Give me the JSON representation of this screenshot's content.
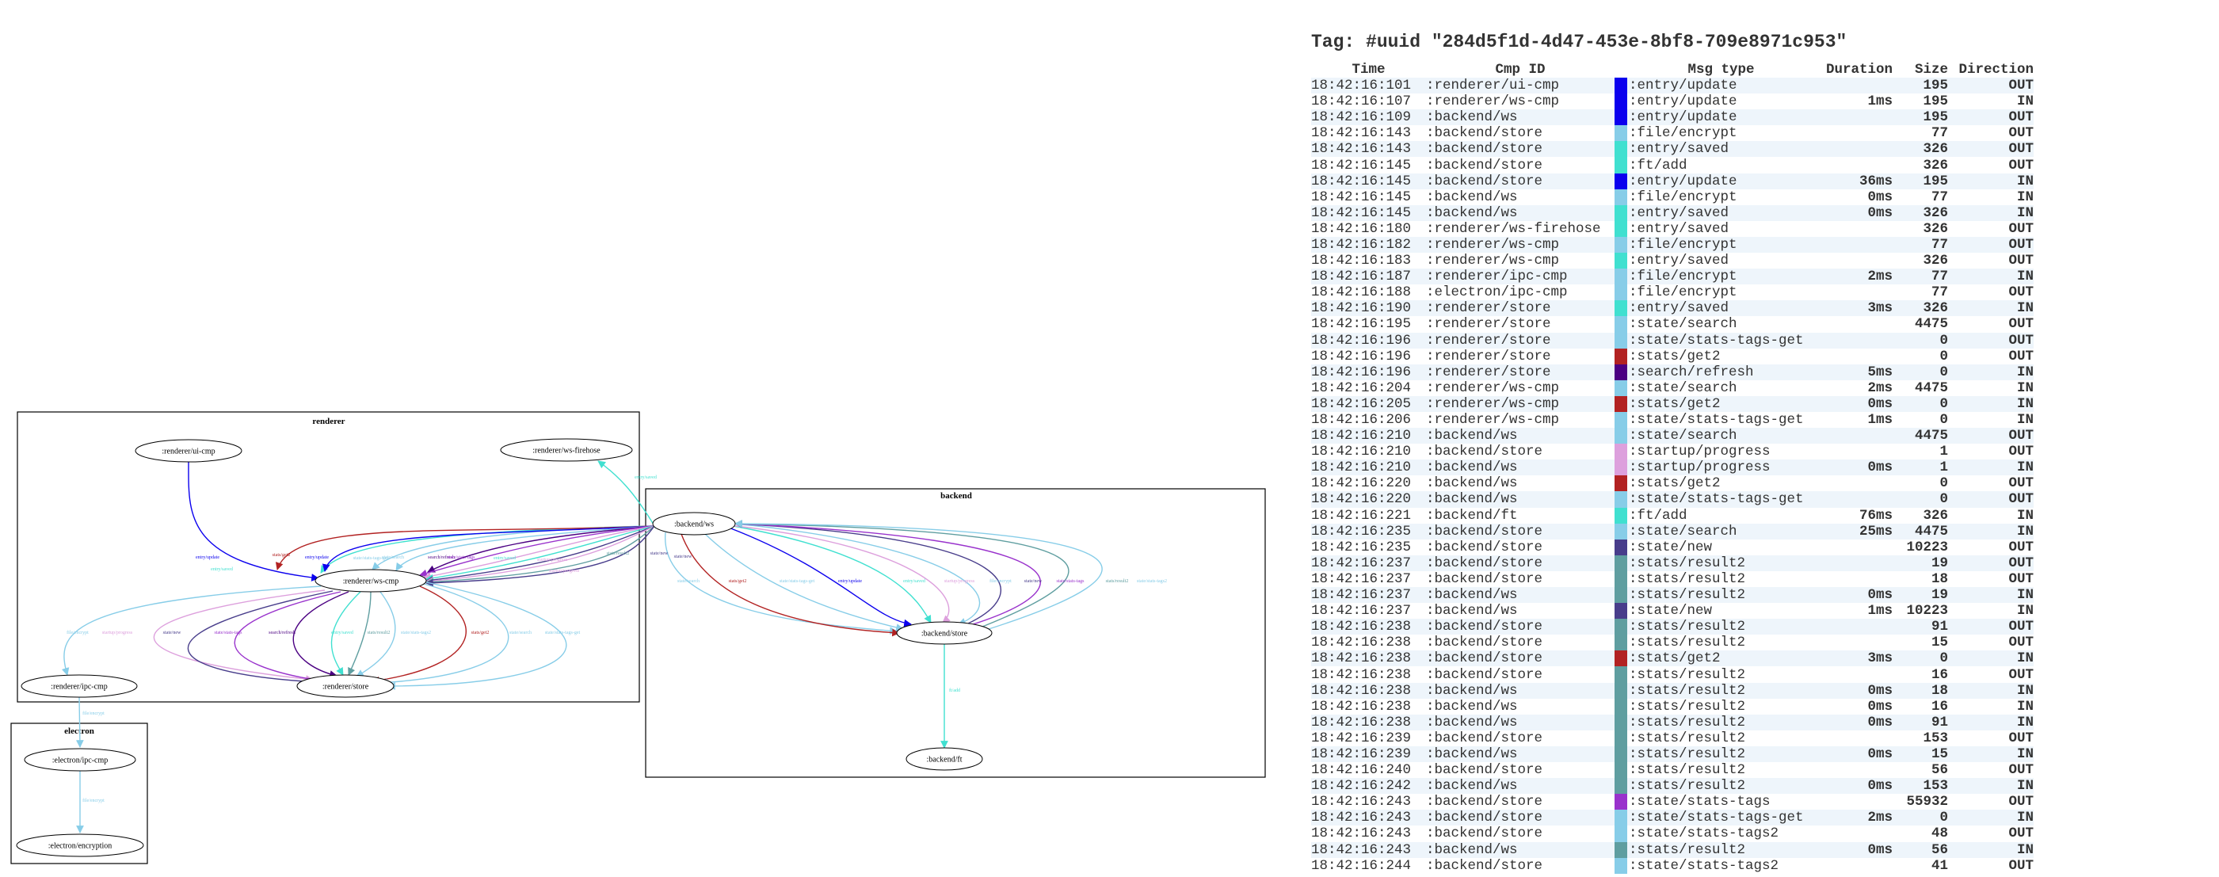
{
  "graph": {
    "clusters": [
      {
        "id": "renderer",
        "label": "renderer"
      },
      {
        "id": "backend",
        "label": "backend"
      },
      {
        "id": "electron",
        "label": "electron"
      }
    ],
    "nodes": [
      {
        "id": "r-ui",
        "label": ":renderer/ui-cmp"
      },
      {
        "id": "r-fire",
        "label": ":renderer/ws-firehose"
      },
      {
        "id": "r-ws",
        "label": ":renderer/ws-cmp"
      },
      {
        "id": "r-ipc",
        "label": ":renderer/ipc-cmp"
      },
      {
        "id": "r-store",
        "label": ":renderer/store"
      },
      {
        "id": "e-ipc",
        "label": ":electron/ipc-cmp"
      },
      {
        "id": "e-enc",
        "label": ":electron/encryption"
      },
      {
        "id": "b-ws",
        "label": ":backend/ws"
      },
      {
        "id": "b-store",
        "label": ":backend/store"
      },
      {
        "id": "b-ft",
        "label": ":backend/ft"
      }
    ],
    "edge_labels": [
      "entry/update",
      "entry/saved",
      "state/stats-tags-get",
      "stats/get2",
      "entry/update",
      "state/search",
      "search/refresh",
      "state/stats-tags",
      "startup/progress",
      "entry/saved",
      "state/new",
      "startup/progress",
      "stats/result2",
      "state/new",
      "file/encrypt",
      "startup/progress",
      "state/new",
      "state/stats-tags",
      "search/refresh",
      "entry/saved",
      "stats/result2",
      "state/stats-tags2",
      "stats/get2",
      "state/search",
      "state/stats-tags-get",
      "entry/saved",
      "file/encrypt",
      "file/encrypt",
      "state/search",
      "stats/get2",
      "state/stats-tags-get",
      "entry/update",
      "entry/saved",
      "startup/progress",
      "file/encrypt",
      "state/new",
      "state/stats-tags",
      "stats/result2",
      "state/stats-tags2",
      "ft/add"
    ]
  },
  "panel": {
    "title": "Tag: #uuid \"284d5f1d-4d47-453e-8bf8-709e8971c953\"",
    "headers": [
      "Time",
      "Cmp ID",
      "Msg type",
      "Duration",
      "Size",
      "Direction"
    ],
    "rows": [
      {
        "time": "18:42:16:101",
        "cmp": ":renderer/ui-cmp",
        "color": "#0b00ee",
        "msg": ":entry/update",
        "dur": "",
        "size": "195",
        "dir": "OUT"
      },
      {
        "time": "18:42:16:107",
        "cmp": ":renderer/ws-cmp",
        "color": "#0b00ee",
        "msg": ":entry/update",
        "dur": "1ms",
        "size": "195",
        "dir": "IN"
      },
      {
        "time": "18:42:16:109",
        "cmp": ":backend/ws",
        "color": "#0b00ee",
        "msg": ":entry/update",
        "dur": "",
        "size": "195",
        "dir": "OUT"
      },
      {
        "time": "18:42:16:143",
        "cmp": ":backend/store",
        "color": "#87cde8",
        "msg": ":file/encrypt",
        "dur": "",
        "size": "77",
        "dir": "OUT"
      },
      {
        "time": "18:42:16:143",
        "cmp": ":backend/store",
        "color": "#40e0d0",
        "msg": ":entry/saved",
        "dur": "",
        "size": "326",
        "dir": "OUT"
      },
      {
        "time": "18:42:16:145",
        "cmp": ":backend/store",
        "color": "#40e0d0",
        "msg": ":ft/add",
        "dur": "",
        "size": "326",
        "dir": "OUT"
      },
      {
        "time": "18:42:16:145",
        "cmp": ":backend/store",
        "color": "#0b00ee",
        "msg": ":entry/update",
        "dur": "36ms",
        "size": "195",
        "dir": "IN"
      },
      {
        "time": "18:42:16:145",
        "cmp": ":backend/ws",
        "color": "#87cde8",
        "msg": ":file/encrypt",
        "dur": "0ms",
        "size": "77",
        "dir": "IN"
      },
      {
        "time": "18:42:16:145",
        "cmp": ":backend/ws",
        "color": "#40e0d0",
        "msg": ":entry/saved",
        "dur": "0ms",
        "size": "326",
        "dir": "IN"
      },
      {
        "time": "18:42:16:180",
        "cmp": ":renderer/ws-firehose",
        "color": "#40e0d0",
        "msg": ":entry/saved",
        "dur": "",
        "size": "326",
        "dir": "OUT"
      },
      {
        "time": "18:42:16:182",
        "cmp": ":renderer/ws-cmp",
        "color": "#87cde8",
        "msg": ":file/encrypt",
        "dur": "",
        "size": "77",
        "dir": "OUT"
      },
      {
        "time": "18:42:16:183",
        "cmp": ":renderer/ws-cmp",
        "color": "#40e0d0",
        "msg": ":entry/saved",
        "dur": "",
        "size": "326",
        "dir": "OUT"
      },
      {
        "time": "18:42:16:187",
        "cmp": ":renderer/ipc-cmp",
        "color": "#87cde8",
        "msg": ":file/encrypt",
        "dur": "2ms",
        "size": "77",
        "dir": "IN"
      },
      {
        "time": "18:42:16:188",
        "cmp": ":electron/ipc-cmp",
        "color": "#87cde8",
        "msg": ":file/encrypt",
        "dur": "",
        "size": "77",
        "dir": "OUT"
      },
      {
        "time": "18:42:16:190",
        "cmp": ":renderer/store",
        "color": "#40e0d0",
        "msg": ":entry/saved",
        "dur": "3ms",
        "size": "326",
        "dir": "IN"
      },
      {
        "time": "18:42:16:195",
        "cmp": ":renderer/store",
        "color": "#87cde8",
        "msg": ":state/search",
        "dur": "",
        "size": "4475",
        "dir": "OUT"
      },
      {
        "time": "18:42:16:196",
        "cmp": ":renderer/store",
        "color": "#87cde8",
        "msg": ":state/stats-tags-get",
        "dur": "",
        "size": "0",
        "dir": "OUT"
      },
      {
        "time": "18:42:16:196",
        "cmp": ":renderer/store",
        "color": "#b22222",
        "msg": ":stats/get2",
        "dur": "",
        "size": "0",
        "dir": "OUT"
      },
      {
        "time": "18:42:16:196",
        "cmp": ":renderer/store",
        "color": "#4b0082",
        "msg": ":search/refresh",
        "dur": "5ms",
        "size": "0",
        "dir": "IN"
      },
      {
        "time": "18:42:16:204",
        "cmp": ":renderer/ws-cmp",
        "color": "#87cde8",
        "msg": ":state/search",
        "dur": "2ms",
        "size": "4475",
        "dir": "IN"
      },
      {
        "time": "18:42:16:205",
        "cmp": ":renderer/ws-cmp",
        "color": "#b22222",
        "msg": ":stats/get2",
        "dur": "0ms",
        "size": "0",
        "dir": "IN"
      },
      {
        "time": "18:42:16:206",
        "cmp": ":renderer/ws-cmp",
        "color": "#87cde8",
        "msg": ":state/stats-tags-get",
        "dur": "1ms",
        "size": "0",
        "dir": "IN"
      },
      {
        "time": "18:42:16:210",
        "cmp": ":backend/ws",
        "color": "#87cde8",
        "msg": ":state/search",
        "dur": "",
        "size": "4475",
        "dir": "OUT"
      },
      {
        "time": "18:42:16:210",
        "cmp": ":backend/store",
        "color": "#dda0dd",
        "msg": ":startup/progress",
        "dur": "",
        "size": "1",
        "dir": "OUT"
      },
      {
        "time": "18:42:16:210",
        "cmp": ":backend/ws",
        "color": "#dda0dd",
        "msg": ":startup/progress",
        "dur": "0ms",
        "size": "1",
        "dir": "IN"
      },
      {
        "time": "18:42:16:220",
        "cmp": ":backend/ws",
        "color": "#b22222",
        "msg": ":stats/get2",
        "dur": "",
        "size": "0",
        "dir": "OUT"
      },
      {
        "time": "18:42:16:220",
        "cmp": ":backend/ws",
        "color": "#87cde8",
        "msg": ":state/stats-tags-get",
        "dur": "",
        "size": "0",
        "dir": "OUT"
      },
      {
        "time": "18:42:16:221",
        "cmp": ":backend/ft",
        "color": "#40e0d0",
        "msg": ":ft/add",
        "dur": "76ms",
        "size": "326",
        "dir": "IN"
      },
      {
        "time": "18:42:16:235",
        "cmp": ":backend/store",
        "color": "#87cde8",
        "msg": ":state/search",
        "dur": "25ms",
        "size": "4475",
        "dir": "IN"
      },
      {
        "time": "18:42:16:235",
        "cmp": ":backend/store",
        "color": "#483d8b",
        "msg": ":state/new",
        "dur": "",
        "size": "10223",
        "dir": "OUT"
      },
      {
        "time": "18:42:16:237",
        "cmp": ":backend/store",
        "color": "#5f9ea0",
        "msg": ":stats/result2",
        "dur": "",
        "size": "19",
        "dir": "OUT"
      },
      {
        "time": "18:42:16:237",
        "cmp": ":backend/store",
        "color": "#5f9ea0",
        "msg": ":stats/result2",
        "dur": "",
        "size": "18",
        "dir": "OUT"
      },
      {
        "time": "18:42:16:237",
        "cmp": ":backend/ws",
        "color": "#5f9ea0",
        "msg": ":stats/result2",
        "dur": "0ms",
        "size": "19",
        "dir": "IN"
      },
      {
        "time": "18:42:16:237",
        "cmp": ":backend/ws",
        "color": "#483d8b",
        "msg": ":state/new",
        "dur": "1ms",
        "size": "10223",
        "dir": "IN"
      },
      {
        "time": "18:42:16:238",
        "cmp": ":backend/store",
        "color": "#5f9ea0",
        "msg": ":stats/result2",
        "dur": "",
        "size": "91",
        "dir": "OUT"
      },
      {
        "time": "18:42:16:238",
        "cmp": ":backend/store",
        "color": "#5f9ea0",
        "msg": ":stats/result2",
        "dur": "",
        "size": "15",
        "dir": "OUT"
      },
      {
        "time": "18:42:16:238",
        "cmp": ":backend/store",
        "color": "#b22222",
        "msg": ":stats/get2",
        "dur": "3ms",
        "size": "0",
        "dir": "IN"
      },
      {
        "time": "18:42:16:238",
        "cmp": ":backend/store",
        "color": "#5f9ea0",
        "msg": ":stats/result2",
        "dur": "",
        "size": "16",
        "dir": "OUT"
      },
      {
        "time": "18:42:16:238",
        "cmp": ":backend/ws",
        "color": "#5f9ea0",
        "msg": ":stats/result2",
        "dur": "0ms",
        "size": "18",
        "dir": "IN"
      },
      {
        "time": "18:42:16:238",
        "cmp": ":backend/ws",
        "color": "#5f9ea0",
        "msg": ":stats/result2",
        "dur": "0ms",
        "size": "16",
        "dir": "IN"
      },
      {
        "time": "18:42:16:238",
        "cmp": ":backend/ws",
        "color": "#5f9ea0",
        "msg": ":stats/result2",
        "dur": "0ms",
        "size": "91",
        "dir": "IN"
      },
      {
        "time": "18:42:16:239",
        "cmp": ":backend/store",
        "color": "#5f9ea0",
        "msg": ":stats/result2",
        "dur": "",
        "size": "153",
        "dir": "OUT"
      },
      {
        "time": "18:42:16:239",
        "cmp": ":backend/ws",
        "color": "#5f9ea0",
        "msg": ":stats/result2",
        "dur": "0ms",
        "size": "15",
        "dir": "IN"
      },
      {
        "time": "18:42:16:240",
        "cmp": ":backend/store",
        "color": "#5f9ea0",
        "msg": ":stats/result2",
        "dur": "",
        "size": "56",
        "dir": "OUT"
      },
      {
        "time": "18:42:16:242",
        "cmp": ":backend/ws",
        "color": "#5f9ea0",
        "msg": ":stats/result2",
        "dur": "0ms",
        "size": "153",
        "dir": "IN"
      },
      {
        "time": "18:42:16:243",
        "cmp": ":backend/store",
        "color": "#9932cc",
        "msg": ":state/stats-tags",
        "dur": "",
        "size": "55932",
        "dir": "OUT"
      },
      {
        "time": "18:42:16:243",
        "cmp": ":backend/store",
        "color": "#87cde8",
        "msg": ":state/stats-tags-get",
        "dur": "2ms",
        "size": "0",
        "dir": "IN"
      },
      {
        "time": "18:42:16:243",
        "cmp": ":backend/store",
        "color": "#87cde8",
        "msg": ":state/stats-tags2",
        "dur": "",
        "size": "48",
        "dir": "OUT"
      },
      {
        "time": "18:42:16:243",
        "cmp": ":backend/ws",
        "color": "#5f9ea0",
        "msg": ":stats/result2",
        "dur": "0ms",
        "size": "56",
        "dir": "IN"
      },
      {
        "time": "18:42:16:244",
        "cmp": ":backend/store",
        "color": "#87cde8",
        "msg": ":state/stats-tags2",
        "dur": "",
        "size": "41",
        "dir": "OUT"
      }
    ]
  }
}
